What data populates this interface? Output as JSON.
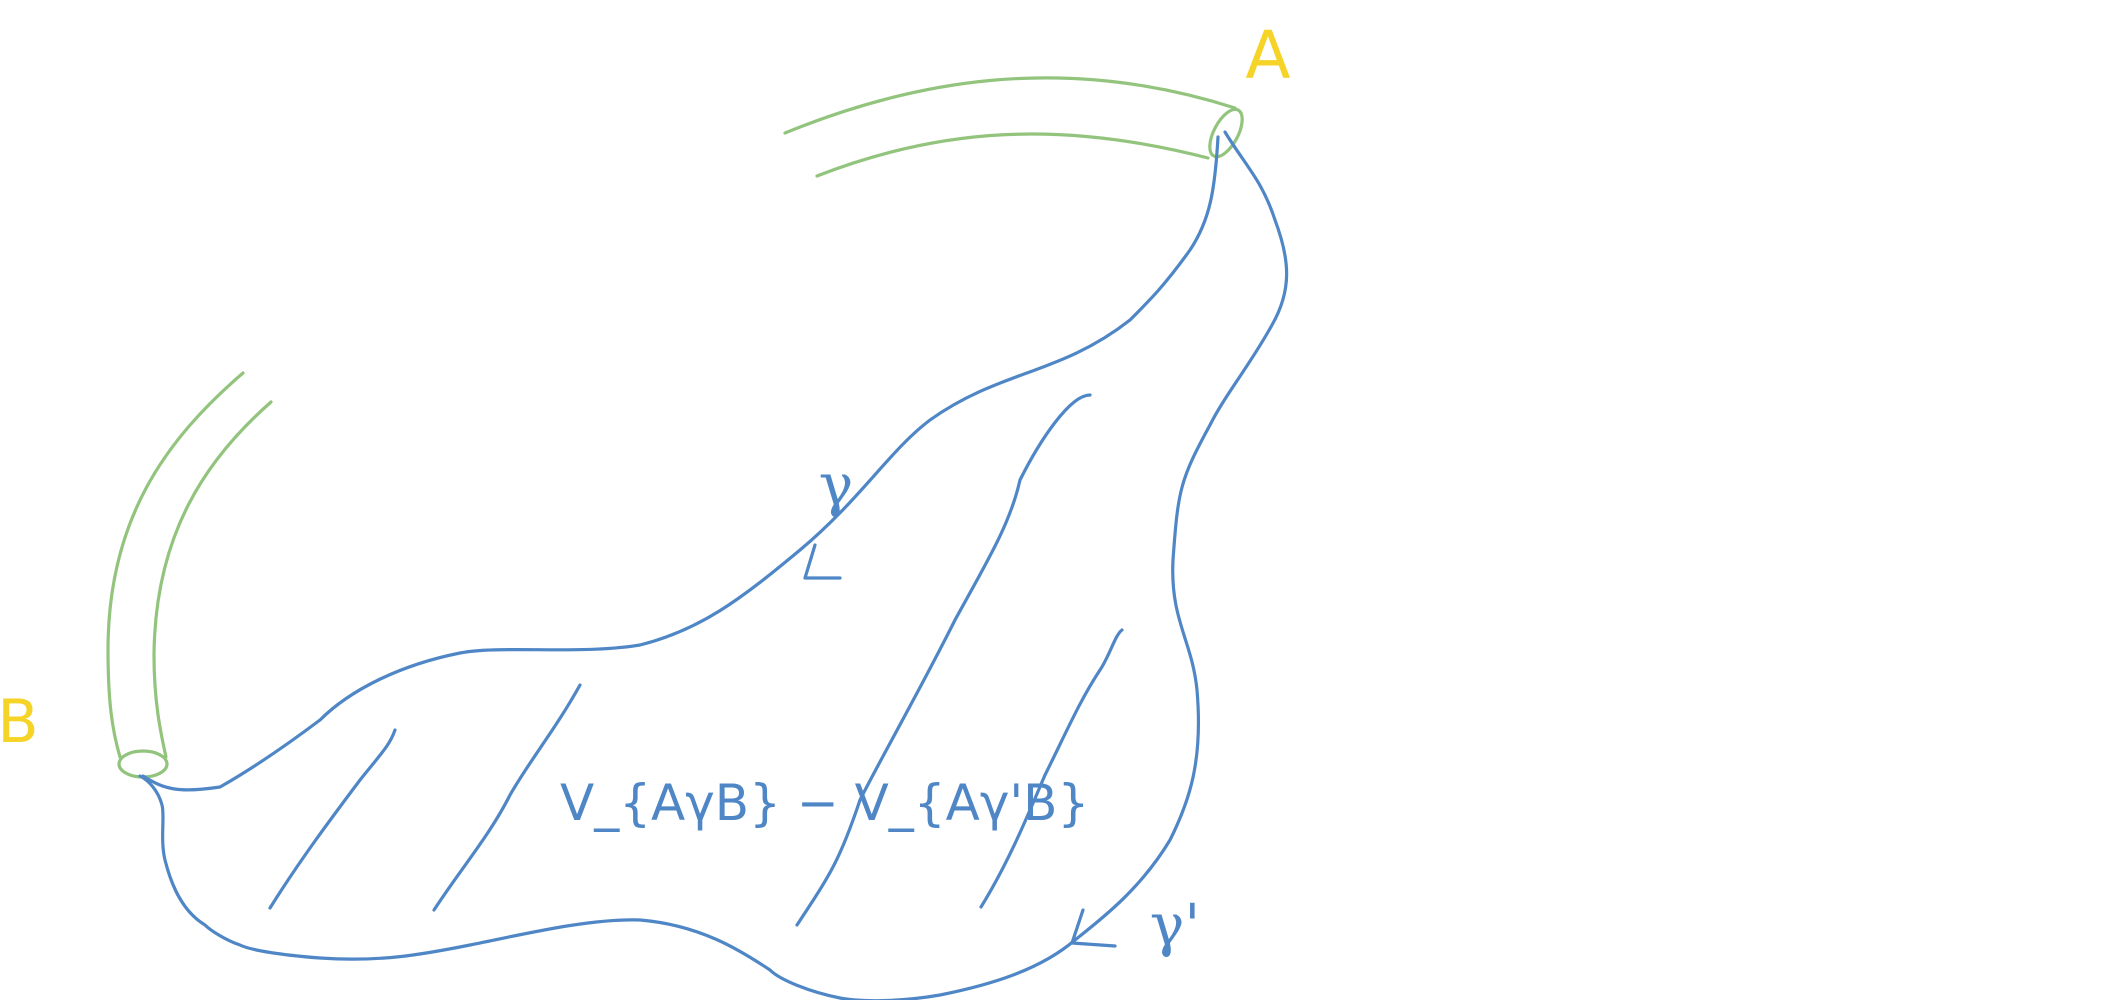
{
  "colors": {
    "tube": "#93c47d",
    "path": "#4f86c6",
    "endpoint_label": "#f5d327"
  },
  "labels": {
    "point_a": "A",
    "point_b": "B",
    "path_gamma": "γ",
    "path_gamma_prime": "γ'",
    "difference_formula": "V_{AγB} − V_{Aγ'B}"
  }
}
